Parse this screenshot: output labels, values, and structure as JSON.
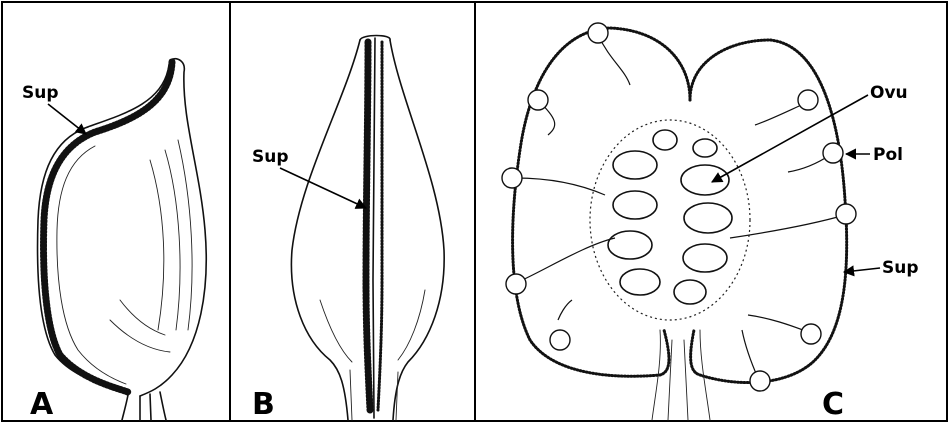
{
  "panels": [
    {
      "id": "A",
      "letter": "A",
      "callouts": [
        "Sup"
      ]
    },
    {
      "id": "B",
      "letter": "B",
      "callouts": [
        "Sup"
      ]
    },
    {
      "id": "C",
      "letter": "C",
      "callouts": [
        "Ovu",
        "Pol",
        "Sup"
      ]
    }
  ]
}
